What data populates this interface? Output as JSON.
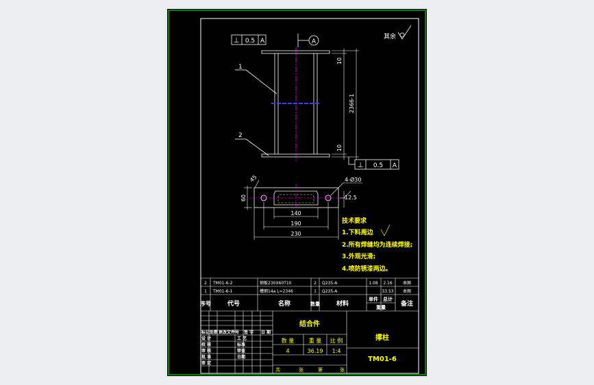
{
  "colors": {
    "background": "#000000",
    "outer_frame": "#00ff00",
    "lines": "#ffffff",
    "dimension": "#ffffff",
    "text_yellow": "#ffff00",
    "center_line": "#ff00ff",
    "section_line": "#0000ff",
    "hidden_line": "#ffff00",
    "surround": "#ebedf0"
  },
  "annotations": {
    "flatness_symbol": "⊥",
    "flatness_value": "0.5",
    "flatness_datum": "A",
    "datum_label": "A",
    "other_finish": "其余",
    "leader1": "1",
    "leader2": "2",
    "dim_top_thickness": "10",
    "dim_height": "2366-1",
    "dim_bottom_thickness": "10",
    "chamfer": "45",
    "dim_depth": "60",
    "hole_callout": "4-Ø30",
    "hole_offset": "12.5",
    "dim_140": "140",
    "dim_190": "190",
    "dim_230": "230"
  },
  "tech_notes": {
    "title": "技术要求",
    "items": [
      "1.下料周边",
      "2.所有焊缝均为连续焊接;",
      "3.外观光滑;",
      "4.喷防锈漆两边。"
    ]
  },
  "parts_list": {
    "rows": [
      {
        "seq": "2",
        "code": "TM01-6-2",
        "name": "钢板230X60T10",
        "qty": "2",
        "material": "Q235-A",
        "unit": "1.08",
        "total": "2.16",
        "note": "本图"
      },
      {
        "seq": "1",
        "code": "TM01-6-1",
        "name": "槽钢14a  L=2346",
        "qty": "1",
        "material": "Q235-A",
        "unit": "",
        "total": "33.53",
        "note": "本图"
      }
    ],
    "header": {
      "seq": "序号",
      "code": "代号",
      "name": "名称",
      "qty": "数量",
      "material": "材料",
      "unit": "单件",
      "total": "总计",
      "weight": "重量",
      "note": "备注"
    }
  },
  "title_block": {
    "assembly": "结合件",
    "drawing_name": "撑柱",
    "drawing_no": "TM01-6",
    "rev_labels": [
      "标记",
      "处数",
      "更改文件号",
      "签 字",
      "日 期"
    ],
    "role_labels": [
      "设 计",
      "校 核",
      "审 核",
      "批 准",
      "审 定"
    ],
    "role_labels2": [
      "工 艺",
      "标准",
      "审查",
      "日期"
    ],
    "qty_label": "数  量",
    "weight_label": "重 量",
    "scale_label": "比 例",
    "qty": "4",
    "weight": "36.19",
    "scale": "1:4",
    "sheets_total_label": "共",
    "sheet_label": "张",
    "sheet_no_label": "第",
    "sheet_unit": "张"
  }
}
